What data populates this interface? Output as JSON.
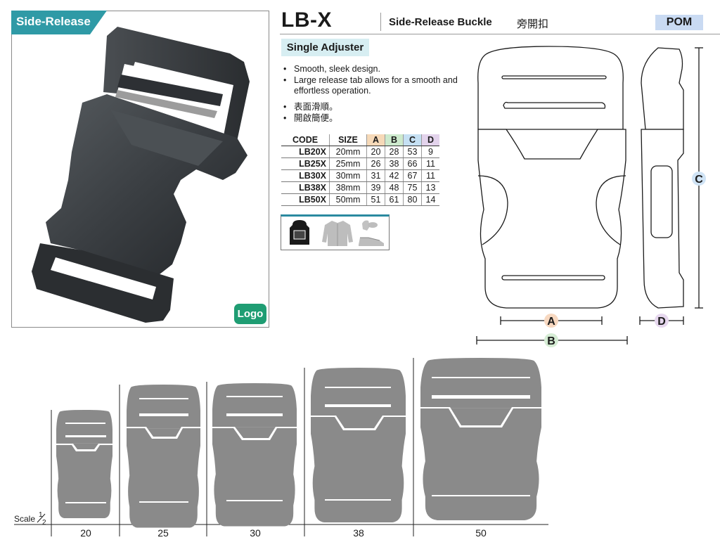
{
  "photo_tag": "Side-Release",
  "logo_badge": "Logo",
  "header": {
    "model": "LB-X",
    "product_name": "Side-Release Buckle",
    "product_name_zh": "旁開扣",
    "material": "POM"
  },
  "adjuster_label": "Single Adjuster",
  "features_en": [
    "Smooth, sleek design.",
    "Large release tab allows for a smooth and effortless operation."
  ],
  "features_zh": [
    "表面滑順。",
    "開啟簡便。"
  ],
  "table": {
    "headers": [
      "CODE",
      "SIZE",
      "A",
      "B",
      "C",
      "D"
    ],
    "header_colors": [
      "#ffffff",
      "#ffffff",
      "#f6d9b8",
      "#cdeacd",
      "#c5e0f3",
      "#e3d3ec"
    ],
    "rows": [
      [
        "LB20X",
        "20mm",
        "20",
        "28",
        "53",
        "9"
      ],
      [
        "LB25X",
        "25mm",
        "26",
        "38",
        "66",
        "11"
      ],
      [
        "LB30X",
        "30mm",
        "31",
        "42",
        "67",
        "11"
      ],
      [
        "LB38X",
        "38mm",
        "39",
        "48",
        "75",
        "13"
      ],
      [
        "LB50X",
        "50mm",
        "51",
        "61",
        "80",
        "14"
      ]
    ]
  },
  "usage_icons": [
    "backpack-icon",
    "jacket-icon",
    "shoe-and-glove-icon"
  ],
  "dimension_labels": {
    "a": "A",
    "b": "B",
    "c": "C",
    "d": "D"
  },
  "dimension_colors": {
    "a": "#f7d8c0",
    "b": "#d5ecd4",
    "c": "#cfe3f5",
    "d": "#e6d7ee"
  },
  "scale": {
    "label": "Scale",
    "fraction_num": "1",
    "fraction_den": "2"
  },
  "size_labels": [
    "20",
    "25",
    "30",
    "38",
    "50"
  ]
}
